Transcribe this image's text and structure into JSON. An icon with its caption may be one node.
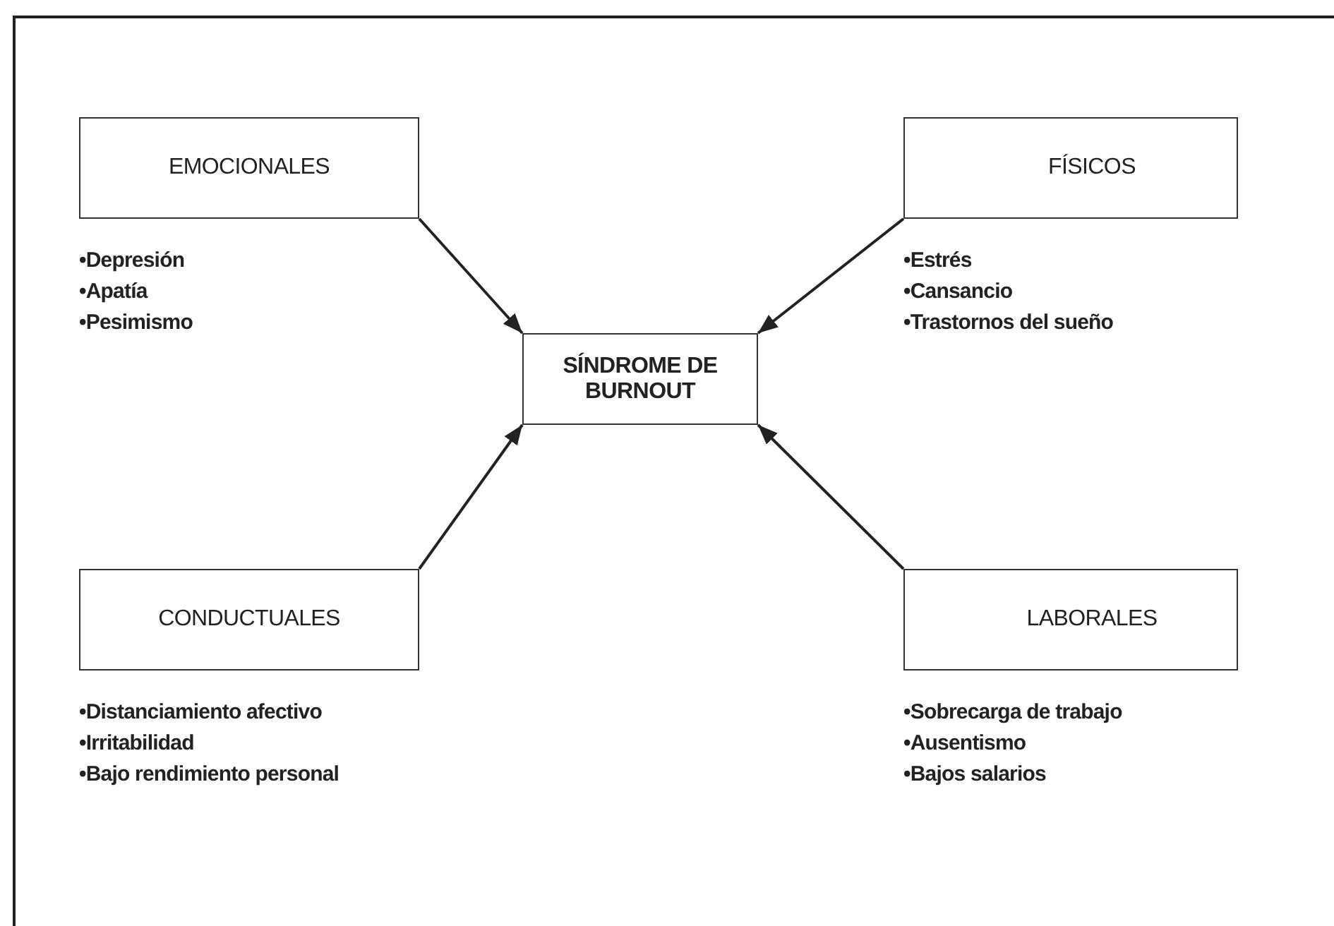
{
  "diagram": {
    "nodes": [
      {
        "text": [
          "EMOCIONALES"
        ],
        "beside": [
          "•Depresión",
          "•Apatía",
          "•Pesimismo"
        ]
      },
      {
        "text": [
          "FÍSICOS"
        ],
        "beside": [
          "•Estrés",
          "•Cansancio",
          "•Trastornos del sueño"
        ]
      },
      {
        "text": [
          "SÍNDROME DE BURNOUT"
        ]
      },
      {
        "text": [
          "CONDUCTUALES"
        ],
        "beside": [
          "•Distanciamiento afectivo",
          "•Irritabilidad",
          "•Bajo rendimiento personal"
        ]
      },
      {
        "text": [
          "LABORALES"
        ],
        "beside": [
          "•Sobrecarga de trabajo",
          "•Ausentismo",
          "•Bajos salarios"
        ]
      }
    ],
    "edges": [
      {
        "from": 0,
        "to": 2,
        "arrow": "to"
      },
      {
        "from": 1,
        "to": 2,
        "arrow": "to"
      },
      {
        "from": 3,
        "to": 2,
        "arrow": "to"
      },
      {
        "from": 4,
        "to": 2,
        "arrow": "to"
      }
    ]
  }
}
